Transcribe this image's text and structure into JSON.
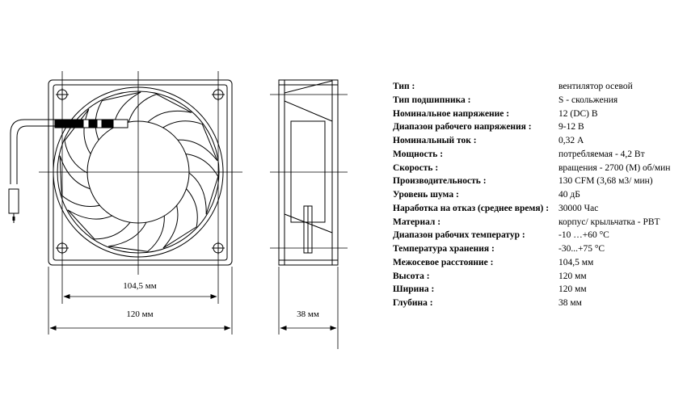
{
  "dimensions": {
    "mount_spacing": "104,5 мм",
    "front_width": "120 мм",
    "side_depth": "38 мм"
  },
  "specs": [
    {
      "label": "Тип :",
      "value": "вентилятор осевой"
    },
    {
      "label": "Тип подшипника :",
      "value": "S - скольжения"
    },
    {
      "label": "Номинальное напряжение :",
      "value": "12 (DC) В"
    },
    {
      "label": "Диапазон рабочего напряжения :",
      "value": "9-12 В"
    },
    {
      "label": "Номинальный ток :",
      "value": "0,32 А"
    },
    {
      "label": "Мощность :",
      "value": "потребляемая - 4,2 Вт"
    },
    {
      "label": "Скорость :",
      "value": "вращения - 2700 (М) об/мин"
    },
    {
      "label": "Производительность :",
      "value": "130 CFM (3,68 м3/ мин)"
    },
    {
      "label": "Уровень шума :",
      "value": "40 дБ"
    },
    {
      "label": "Наработка на отказ (среднее время) :",
      "value": "30000 Час"
    },
    {
      "label": "Материал :",
      "value": "корпус/ крыльчатка - PBT"
    },
    {
      "label": "Диапазон рабочих температур :",
      "value": "-10 …+60 °C"
    },
    {
      "label": "Температура хранения :",
      "value": "-30...+75 °C"
    },
    {
      "label": "Межосевое расстояние :",
      "value": "104,5 мм"
    },
    {
      "label": "Высота :",
      "value": "120 мм"
    },
    {
      "label": "Ширина :",
      "value": "120 мм"
    },
    {
      "label": "Глубина :",
      "value": "38 мм"
    }
  ]
}
